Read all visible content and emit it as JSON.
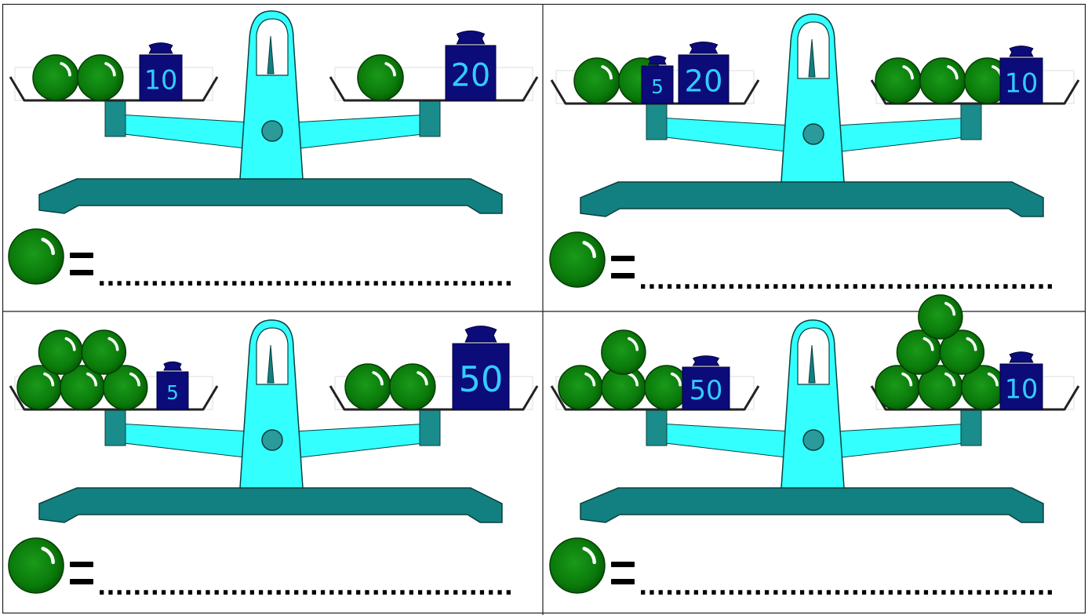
{
  "colors": {
    "ball": "#0a7a0a",
    "ball_dark": "#064d06",
    "weight": "#0b0b7a",
    "weight_text": "#33ccff",
    "beam": "#33ffff",
    "base": "#128080",
    "block": "#1a8c8c"
  },
  "icons": [
    "green-ball-icon",
    "equals-sign-icon"
  ],
  "answer_line": "...............................................",
  "puzzles": [
    {
      "left_balls": 2,
      "right_balls": 1,
      "left_weights": [
        {
          "label": "10"
        }
      ],
      "right_weights": [
        {
          "label": "20"
        }
      ]
    },
    {
      "left_balls": 2,
      "right_balls": 3,
      "left_weights": [
        {
          "label": "5"
        },
        {
          "label": "20"
        }
      ],
      "right_weights": [
        {
          "label": "10"
        }
      ]
    },
    {
      "left_balls": 5,
      "right_balls": 2,
      "left_weights": [
        {
          "label": "5"
        }
      ],
      "right_weights": [
        {
          "label": "50"
        }
      ]
    },
    {
      "left_balls": 4,
      "right_balls": 6,
      "left_weights": [
        {
          "label": "50"
        }
      ],
      "right_weights": [
        {
          "label": "10"
        }
      ]
    }
  ]
}
